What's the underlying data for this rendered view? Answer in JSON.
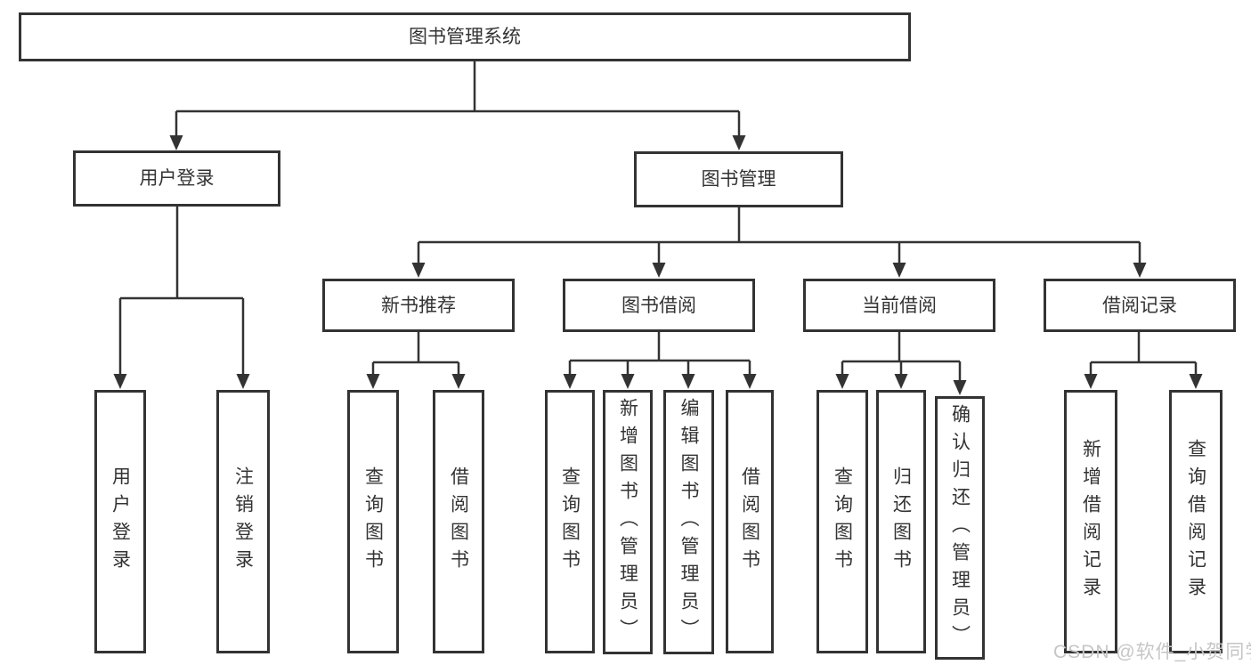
{
  "nodes": {
    "root": "图书管理系统",
    "user_login": "用户登录",
    "book_mgmt": "图书管理",
    "new_book_rec": "新书推荐",
    "book_borrow": "图书借阅",
    "current_borrow": "当前借阅",
    "borrow_records": "借阅记录",
    "leaf_user_login": "用户登录",
    "leaf_logout": "注销登录",
    "leaf_query_book_1": "查询图书",
    "leaf_borrow_book_1": "借阅图书",
    "leaf_query_book_2": "查询图书",
    "leaf_add_book": "新增图书（管理员）",
    "leaf_edit_book": "编辑图书（管理员）",
    "leaf_borrow_book_2": "借阅图书",
    "leaf_query_book_3": "查询图书",
    "leaf_return_book": "归还图书",
    "leaf_confirm_return": "确认归还（管理员）",
    "leaf_add_record": "新增借阅记录",
    "leaf_query_record": "查询借阅记录"
  },
  "watermark": "CSDN @软件_小贺同学",
  "colors": {
    "line": "#333333",
    "text": "#333333",
    "box_background": "#ffffff",
    "watermark": "#c6c6c6"
  }
}
